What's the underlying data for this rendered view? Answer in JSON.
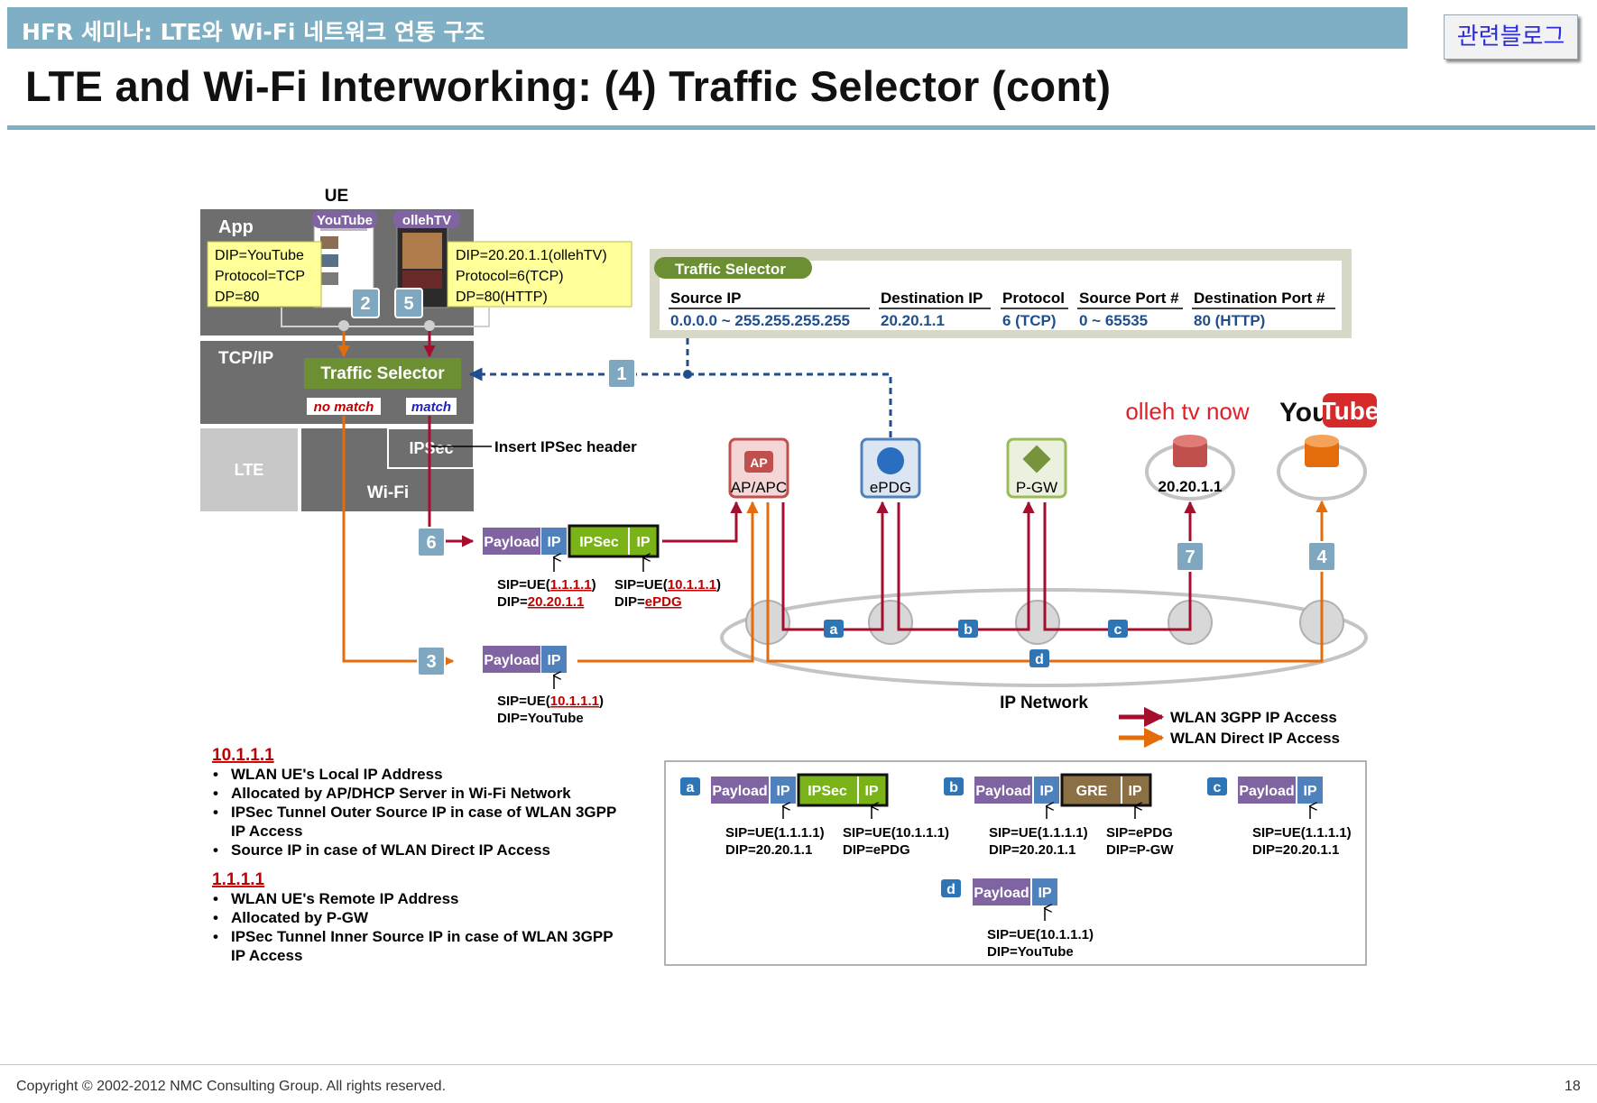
{
  "header": {
    "banner": "HFR 세미나: LTE와 Wi-Fi 네트워크 연동 구조",
    "blog_button": "관련블로그",
    "title": "LTE and Wi-Fi Interworking: (4) Traffic Selector (cont)"
  },
  "ue": {
    "label": "UE",
    "app": "App",
    "tcpip": "TCP/IP",
    "traffic_selector": "Traffic Selector",
    "no_match": "no match",
    "match": "match",
    "lte": "LTE",
    "wifi": "Wi-Fi",
    "ipsec": "IPSec",
    "youtube_tag": "YouTube",
    "ollehtv_tag": "ollehTV",
    "left_note": [
      "DIP=YouTube",
      "Protocol=TCP",
      "DP=80"
    ],
    "right_note": [
      "DIP=20.20.1.1(ollehTV)",
      "Protocol=6(TCP)",
      "DP=80(HTTP)"
    ],
    "insert_ipsec": "Insert IPSec header"
  },
  "steps": [
    "1",
    "2",
    "3",
    "4",
    "5",
    "6",
    "7"
  ],
  "selector_table": {
    "title": "Traffic Selector",
    "headers": [
      "Source IP",
      "Destination IP",
      "Protocol",
      "Source Port #",
      "Destination Port #"
    ],
    "values": [
      "0.0.0.0 ~ 255.255.255.255",
      "20.20.1.1",
      "6 (TCP)",
      "0 ~ 65535",
      "80 (HTTP)"
    ]
  },
  "nodes": {
    "ap_icon": "AP",
    "ap": "AP/APC",
    "epdg": "ePDG",
    "pgw": "P-GW",
    "olleh_server_ip": "20.20.1.1",
    "olleh_logo": "olleh tv now",
    "youtube_logo_a": "You",
    "youtube_logo_b": "Tube"
  },
  "network": {
    "label": "IP Network",
    "links": [
      "a",
      "b",
      "c",
      "d"
    ]
  },
  "packets": {
    "payload": "Payload",
    "ip": "IP",
    "ipsec": "IPSec",
    "gre": "GRE",
    "p6_inner": [
      "SIP=UE(",
      "1.1.1.1",
      ")",
      "DIP=",
      "20.20.1.1"
    ],
    "p6_outer": [
      "SIP=UE(",
      "10.1.1.1",
      ")",
      "DIP=",
      "ePDG"
    ],
    "p3": [
      "SIP=UE(",
      "10.1.1.1",
      ")",
      "DIP=YouTube"
    ]
  },
  "legend": {
    "red": "WLAN 3GPP IP Access",
    "orange": "WLAN Direct IP Access"
  },
  "notes": {
    "addr1": "10.1.1.1",
    "addr1_items": [
      "WLAN UE's Local IP Address",
      "Allocated by AP/DHCP Server in Wi-Fi Network",
      "IPSec Tunnel Outer Source IP in case of WLAN 3GPP",
      "IP Access",
      "Source IP in case of WLAN Direct IP Access"
    ],
    "addr2": "1.1.1.1",
    "addr2_items": [
      "WLAN UE's Remote IP Address",
      "Allocated by P-GW",
      "IPSec Tunnel Inner Source IP in case of WLAN 3GPP",
      "IP Access"
    ]
  },
  "link_box": {
    "a": [
      "SIP=UE(1.1.1.1)",
      "DIP=20.20.1.1",
      "SIP=UE(10.1.1.1)",
      "DIP=ePDG"
    ],
    "b": [
      "SIP=UE(1.1.1.1)",
      "DIP=20.20.1.1",
      "SIP=ePDG",
      "DIP=P-GW"
    ],
    "c": [
      "SIP=UE(1.1.1.1)",
      "DIP=20.20.1.1"
    ],
    "d": [
      "SIP=UE(10.1.1.1)",
      "DIP=YouTube"
    ]
  },
  "footer": {
    "copyright": "Copyright © 2002-2012 NMC Consulting Group. All rights reserved.",
    "page": "18"
  },
  "colors": {
    "banner": "#7eafc5",
    "selector_green": "#6c8f33",
    "red_path": "#a50f2d",
    "orange_path": "#e46c0a",
    "payload_purple": "#8064a2",
    "ip_blue": "#4f81bd",
    "ipsec_green": "#7ab317",
    "gre_brown": "#8b7045",
    "step_badge": "#7fa7c0"
  }
}
